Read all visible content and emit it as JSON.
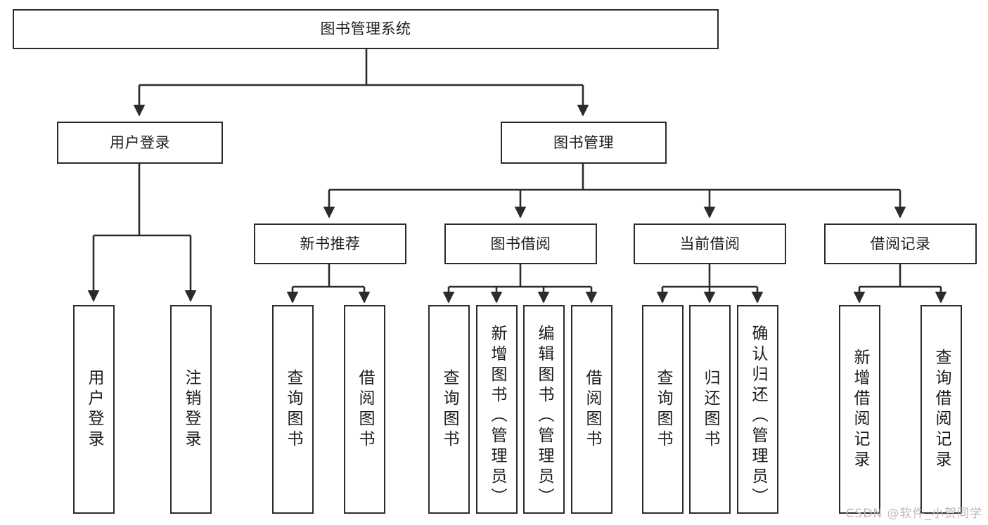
{
  "diagram": {
    "title": "图书管理系统",
    "type": "tree",
    "orientation": "top-down",
    "colors": {
      "box_stroke": "#2b2b2b",
      "box_fill": "#ffffff",
      "edge": "#2b2b2b",
      "text": "#1b1b1b",
      "watermark": "#b9b9b9",
      "background": "#ffffff"
    },
    "watermark": "CSDN @软件_小贺同学"
  },
  "nodes": {
    "root": {
      "label": "图书管理系统",
      "level": 0
    },
    "level1": [
      {
        "id": "user-login",
        "label": "用户登录"
      },
      {
        "id": "book-manage",
        "label": "图书管理"
      }
    ],
    "level2": [
      {
        "id": "new-book-recommend",
        "label": "新书推荐",
        "parent": "book-manage"
      },
      {
        "id": "book-borrow",
        "label": "图书借阅",
        "parent": "book-manage"
      },
      {
        "id": "current-borrow",
        "label": "当前借阅",
        "parent": "book-manage"
      },
      {
        "id": "borrow-record",
        "label": "借阅记录",
        "parent": "book-manage"
      }
    ],
    "leaves": [
      {
        "id": "leaf-user-login",
        "label": "用户登录",
        "parent": "user-login"
      },
      {
        "id": "leaf-logout",
        "label": "注销登录",
        "parent": "user-login"
      },
      {
        "id": "leaf-query-book-1",
        "label": "查询图书",
        "parent": "new-book-recommend"
      },
      {
        "id": "leaf-borrow-book-1",
        "label": "借阅图书",
        "parent": "new-book-recommend"
      },
      {
        "id": "leaf-query-book-2",
        "label": "查询图书",
        "parent": "book-borrow"
      },
      {
        "id": "leaf-add-book",
        "label": "新增图书（管理员）",
        "parent": "book-borrow"
      },
      {
        "id": "leaf-edit-book",
        "label": "编辑图书（管理员）",
        "parent": "book-borrow"
      },
      {
        "id": "leaf-borrow-book-2",
        "label": "借阅图书",
        "parent": "book-borrow"
      },
      {
        "id": "leaf-query-book-3",
        "label": "查询图书",
        "parent": "current-borrow"
      },
      {
        "id": "leaf-return-book",
        "label": "归还图书",
        "parent": "current-borrow"
      },
      {
        "id": "leaf-confirm-return",
        "label": "确认归还（管理员）",
        "parent": "current-borrow"
      },
      {
        "id": "leaf-add-record",
        "label": "新增借阅记录",
        "parent": "borrow-record"
      },
      {
        "id": "leaf-query-record",
        "label": "查询借阅记录",
        "parent": "borrow-record"
      }
    ]
  }
}
